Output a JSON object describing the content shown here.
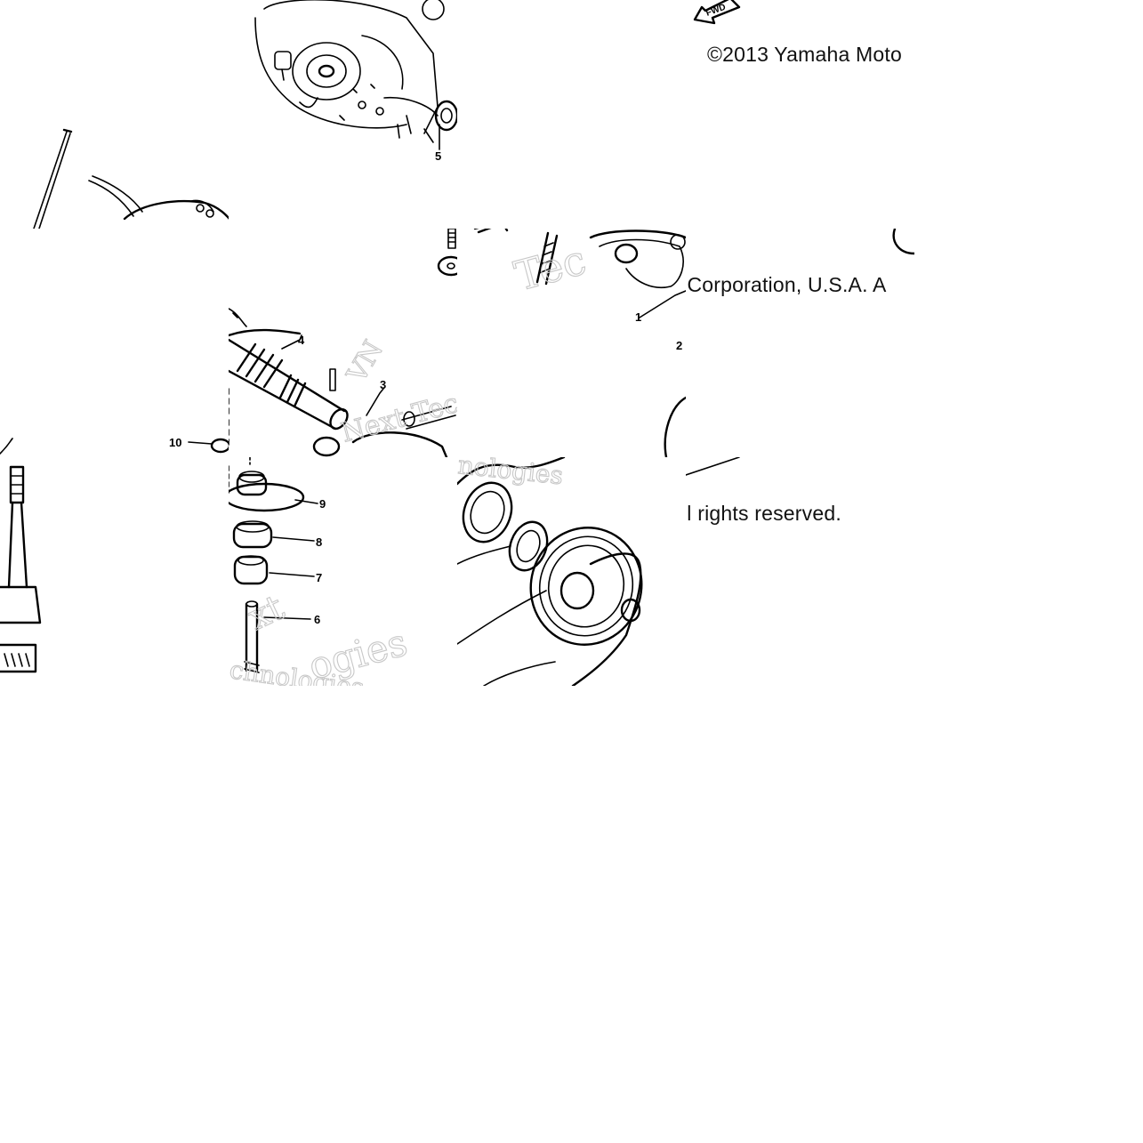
{
  "copyright": {
    "line1": "©2013 Yamaha Moto",
    "line2": "r Corporation, U.S.A. A",
    "line3": "ll rights reserved."
  },
  "fwd_badge": "FWD",
  "watermark": {
    "word1": "Next",
    "word2": "Technologies",
    "fragments": [
      "Tec",
      "Next Tec",
      "nologies",
      "xt",
      "ogies",
      "chnologies",
      "VN"
    ]
  },
  "callouts": [
    "1",
    "2",
    "3",
    "4",
    "5",
    "6",
    "7",
    "8",
    "9",
    "10"
  ]
}
